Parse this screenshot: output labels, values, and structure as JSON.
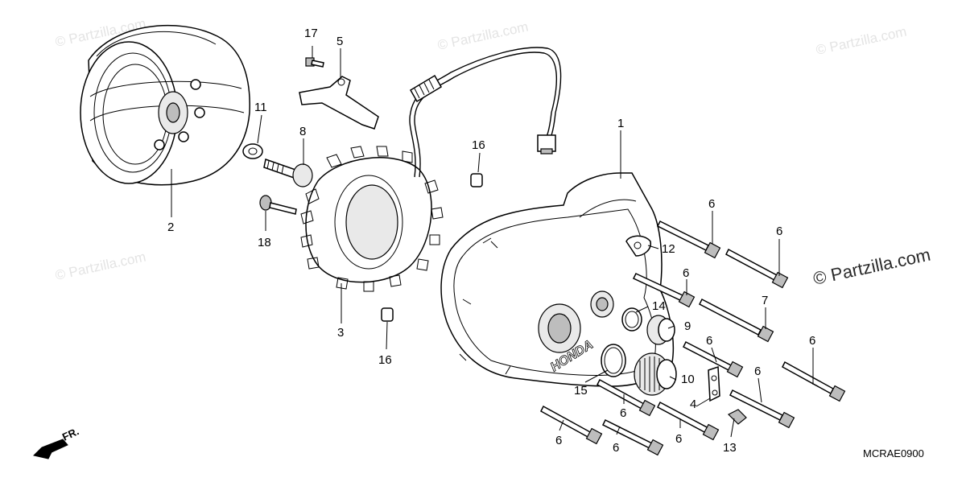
{
  "diagram": {
    "callouts": [
      "1",
      "2",
      "3",
      "4",
      "5",
      "6",
      "7",
      "8",
      "9",
      "10",
      "11",
      "12",
      "13",
      "14",
      "15",
      "16",
      "17",
      "18"
    ],
    "code": "MCRAE0900",
    "direction": "FR.",
    "brand": "HONDA",
    "watermark": "© Partzilla.com",
    "watermark_main": "© Partzilla.com"
  }
}
